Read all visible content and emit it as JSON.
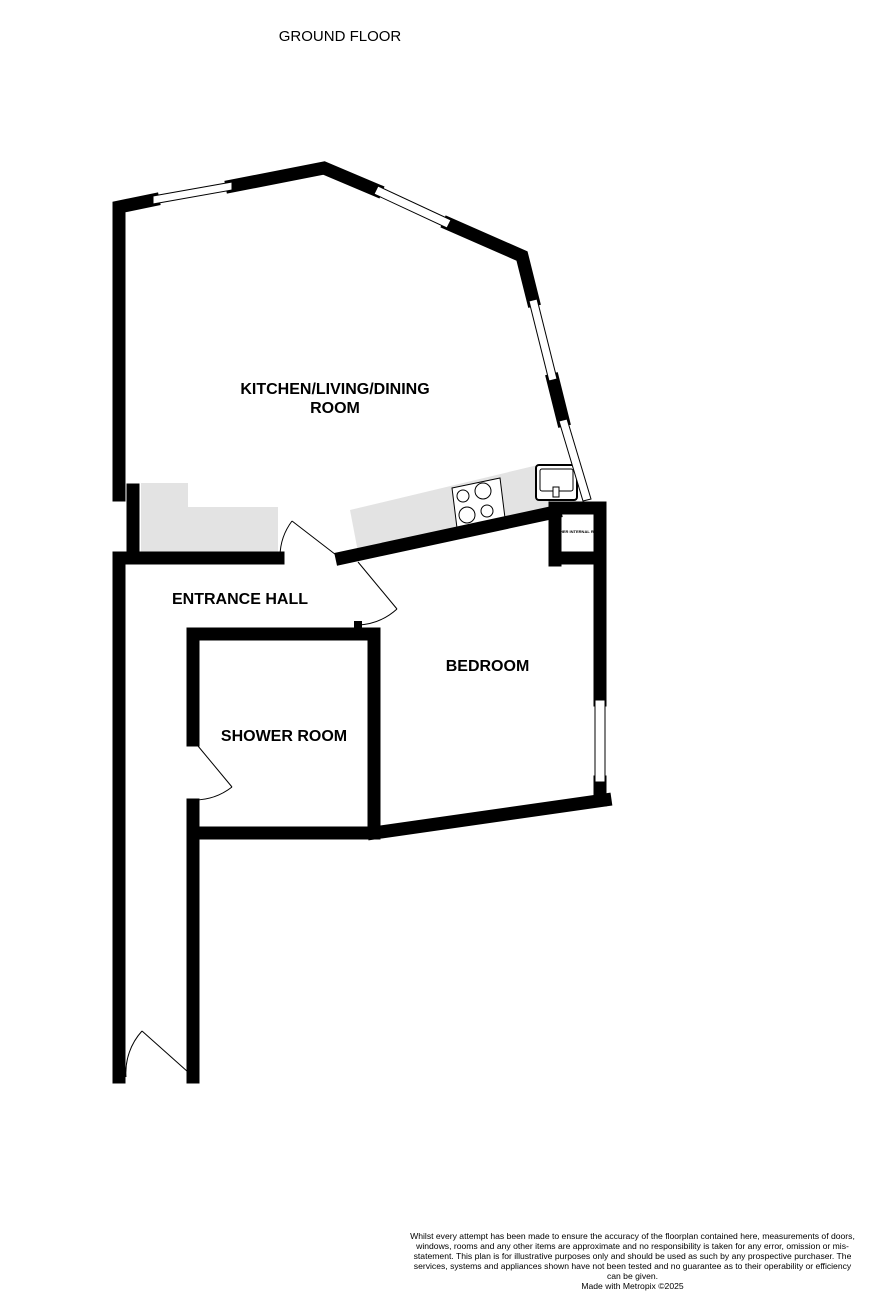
{
  "title": "GROUND FLOOR",
  "rooms": {
    "kitchen_line1": "KITCHEN/LIVING/DINING",
    "kitchen_line2": "ROOM",
    "entrance_hall": "ENTRANCE HALL",
    "bedroom": "BEDROOM",
    "shower_room": "SHOWER ROOM",
    "cupboard": "HER INTERNAL RO"
  },
  "disclaimer": {
    "text": "Whilst every attempt has been made to ensure the accuracy of the floorplan contained here, measurements of doors, windows, rooms and any other items are approximate and no responsibility is taken for any error, omission or mis-statement. This plan is for illustrative purposes only and should be used as such by any prospective purchaser. The services, systems and appliances shown have not been tested and no guarantee as to their operability or efficiency can be given.",
    "credit": "Made with Metropix ©2025"
  },
  "colors": {
    "wall": "#000000",
    "fixture": "#e3e3e3"
  }
}
